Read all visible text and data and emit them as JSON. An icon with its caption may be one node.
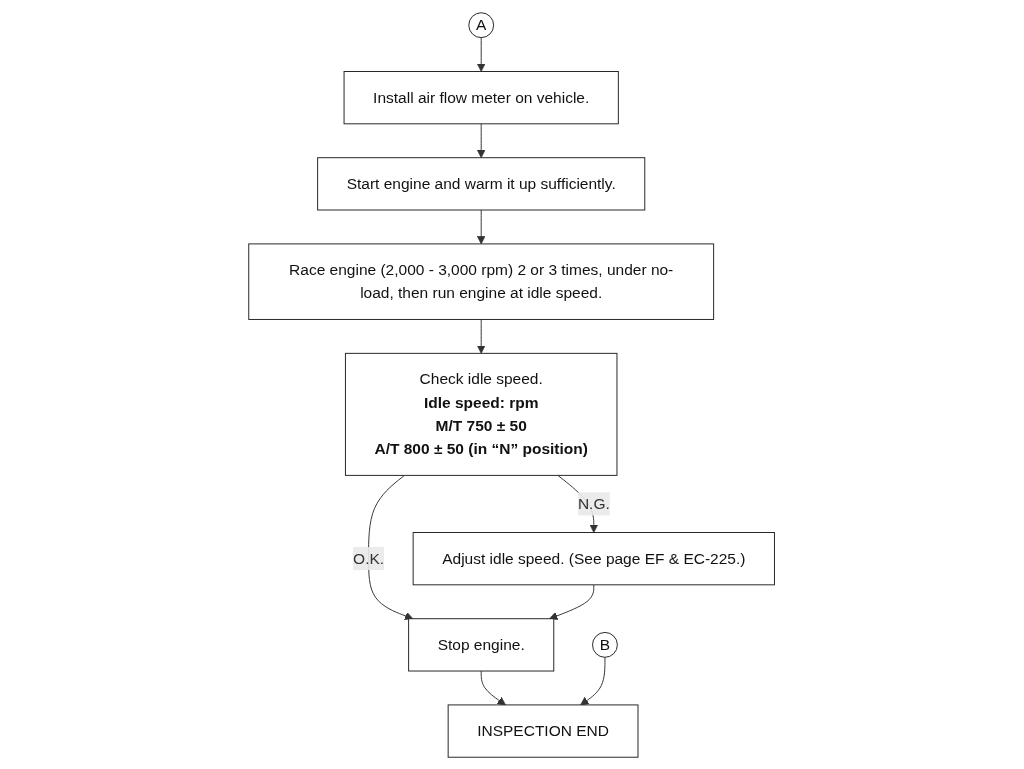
{
  "diagram": {
    "nodes": [
      {
        "text": [
          "A"
        ]
      },
      {
        "text": [
          "Install air flow meter on vehicle."
        ]
      },
      {
        "text": [
          "Start engine and warm it up sufficiently."
        ]
      },
      {
        "text": [
          "Race engine (2,000 - 3,000 rpm) 2 or 3 times, under no-load, then run engine at idle speed."
        ]
      },
      {
        "text": [
          "Check idle speed.",
          "Idle speed: rpm",
          "M/T 750 ± 50",
          "A/T 800 ± 50 (in “N” position)"
        ]
      },
      {
        "text": [
          "Adjust idle speed. (See page EF & EC-225.)"
        ]
      },
      {
        "text": [
          "Stop engine."
        ]
      },
      {
        "text": [
          "INSPECTION END"
        ]
      },
      {
        "text": [
          "B"
        ]
      }
    ],
    "edges": [
      {
        "from": 0,
        "to": 1,
        "arrow": "to"
      },
      {
        "from": 1,
        "to": 2,
        "arrow": "to"
      },
      {
        "from": 2,
        "to": 3,
        "arrow": "to"
      },
      {
        "from": 3,
        "to": 4,
        "arrow": "to"
      },
      {
        "from": 4,
        "to": 5,
        "arrow": "to",
        "label": "N.G."
      },
      {
        "from": 4,
        "to": 6,
        "arrow": "to",
        "label": "O.K."
      },
      {
        "from": 5,
        "to": 6,
        "arrow": "to"
      },
      {
        "from": 6,
        "to": 7,
        "arrow": "to"
      },
      {
        "from": 8,
        "to": 7,
        "arrow": "to"
      }
    ]
  }
}
